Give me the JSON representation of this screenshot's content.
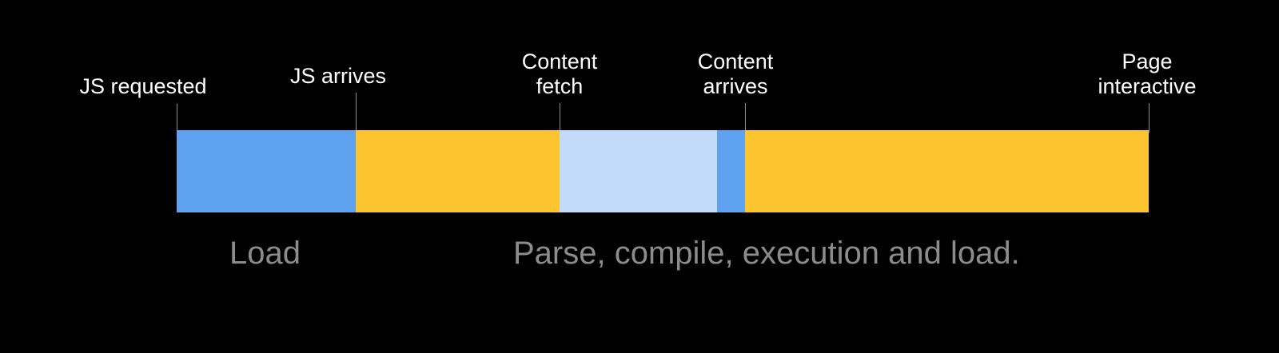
{
  "timeline": {
    "markers": [
      {
        "lines": [
          "JS requested"
        ]
      },
      {
        "lines": [
          "JS arrives"
        ]
      },
      {
        "lines": [
          "Content",
          "fetch"
        ]
      },
      {
        "lines": [
          "Content",
          "arrives"
        ]
      },
      {
        "lines": [
          "Page",
          "interactive"
        ]
      }
    ],
    "phases": [
      {
        "label": "Load"
      },
      {
        "label": "Parse, compile, execution and load."
      }
    ]
  },
  "colors": {
    "background": "#000000",
    "network_blue": "#5ea2f0",
    "processing_yellow": "#fcc52f",
    "waiting_light_blue": "#c2dbf8",
    "marker_text": "#ffffff",
    "phase_text": "#8c8c8c",
    "tick": "#8a8a8a"
  }
}
